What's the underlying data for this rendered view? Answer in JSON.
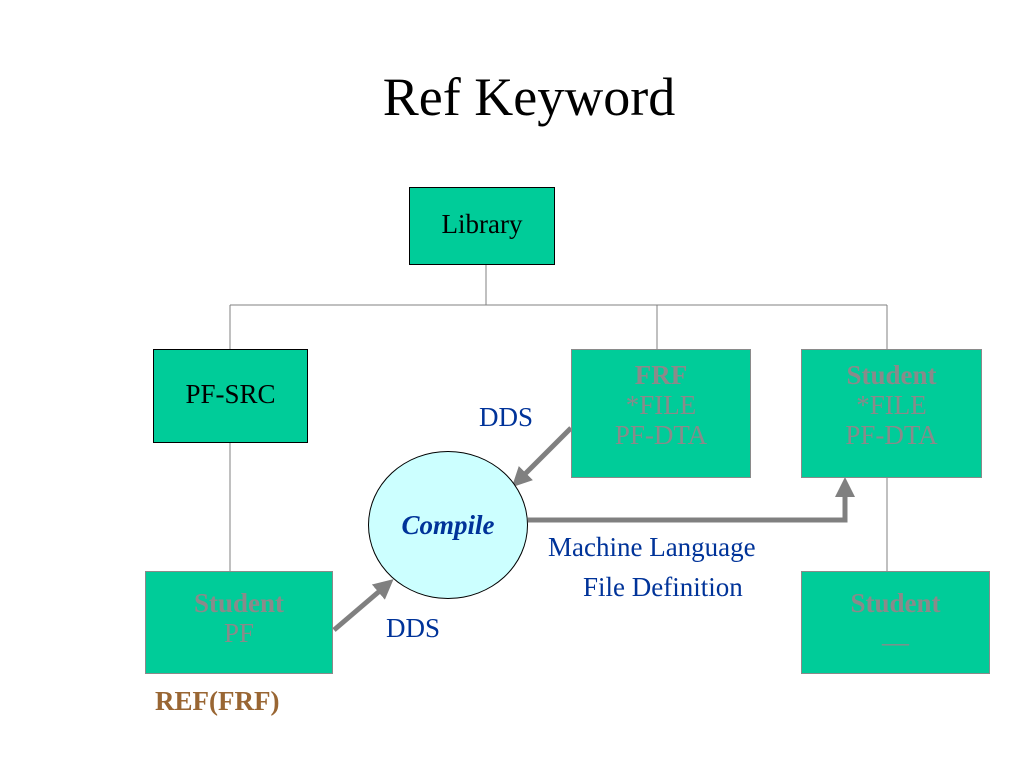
{
  "title": "Ref Keyword",
  "nodes": {
    "library": "Library",
    "pf_src": "PF-SRC",
    "frf": {
      "line1": "FRF",
      "line2": "*FILE",
      "line3": "PF-DTA"
    },
    "student_file": {
      "line1": "Student",
      "line2": "*FILE",
      "line3": "PF-DTA"
    },
    "student_pf": {
      "line1": "Student",
      "line2": "PF"
    },
    "student_obj": {
      "line1": "Student",
      "line2": "__"
    },
    "compile": "Compile"
  },
  "labels": {
    "dds_top": "DDS",
    "dds_bottom": "DDS",
    "machine_language": "Machine Language",
    "file_definition": "File Definition",
    "ref": "REF(FRF)"
  },
  "colors": {
    "box_fill": "#00cc99",
    "circle_fill": "#ccffff",
    "label_blue": "#003399",
    "ref_brown": "#996633",
    "arrow_gray": "#808080"
  }
}
